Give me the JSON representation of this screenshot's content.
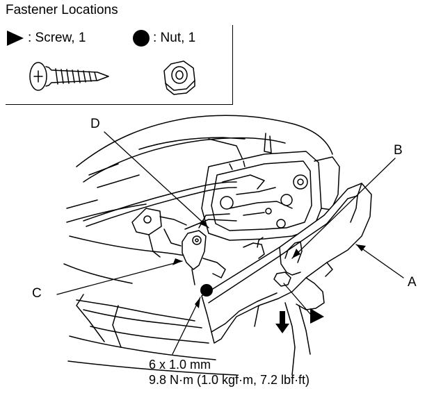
{
  "legend": {
    "title": "Fastener Locations",
    "screw_label": ": Screw, 1",
    "nut_label": ": Nut, 1"
  },
  "callouts": {
    "a": "A",
    "b": "B",
    "c": "C",
    "d": "D"
  },
  "spec": {
    "size": "6 x 1.0 mm",
    "torque": "9.8 N·m (1.0 kgf·m, 7.2 lbf·ft)"
  },
  "colors": {
    "line": "#000000",
    "background": "#ffffff"
  },
  "icons": {
    "screw_marker": "triangle-icon",
    "nut_marker": "filled-circle-icon"
  }
}
